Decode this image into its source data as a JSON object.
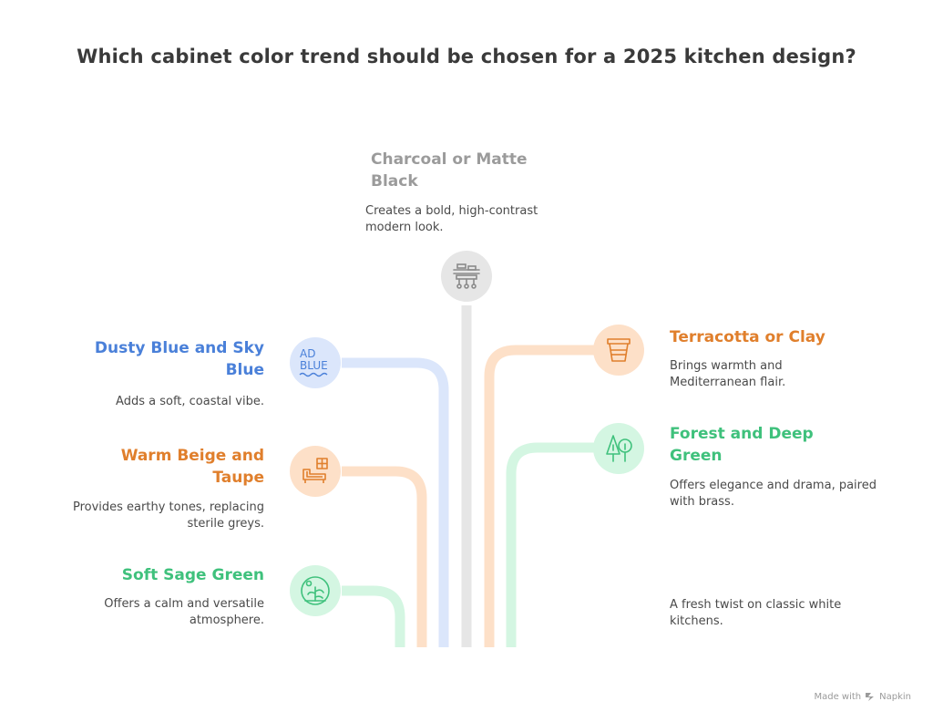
{
  "title": "Which cabinet color trend should be chosen for a 2025 kitchen design?",
  "colors": {
    "grey": "#9b9b9b",
    "blue": "#4a80d9",
    "orange": "#e07f2c",
    "green": "#3fc17c"
  },
  "options": {
    "charcoal": {
      "title": "Charcoal or Matte Black",
      "desc": "Creates a bold, high-contrast modern look.",
      "icon": "kitchen-shelf-icon"
    },
    "dusty_blue": {
      "title": "Dusty Blue and Sky Blue",
      "desc": "Adds a soft, coastal vibe.",
      "icon": "blue-water-icon",
      "icon_text_top": "AD",
      "icon_text_bottom": "BLUE"
    },
    "beige": {
      "title": "Warm Beige and Taupe",
      "desc": "Provides earthy tones, replacing sterile greys.",
      "icon": "sofa-window-icon"
    },
    "sage": {
      "title": "Soft Sage Green",
      "desc": "Offers a calm and versatile atmosphere.",
      "icon": "plant-bubble-icon"
    },
    "terracotta": {
      "title": "Terracotta or Clay",
      "desc": "Brings warmth and Mediterranean flair.",
      "icon": "flower-pot-icon"
    },
    "forest": {
      "title": "Forest and Deep Green",
      "desc": "Offers elegance and drama, paired with brass.",
      "icon": "trees-icon"
    },
    "white": {
      "desc": "A fresh twist on classic white kitchens."
    }
  },
  "footer": {
    "made_with": "Made with",
    "brand": "Napkin"
  }
}
